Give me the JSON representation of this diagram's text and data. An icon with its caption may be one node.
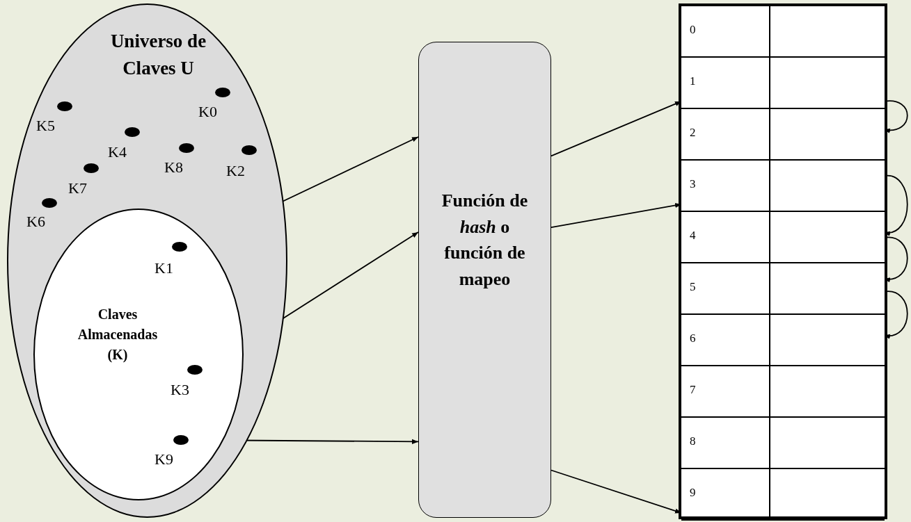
{
  "diagram": {
    "nodes": [
      {
        "text": [
          "Universo de Claves U"
        ]
      },
      {
        "text": [],
        "shape": "circle",
        "beside": [
          "K0"
        ],
        "in": 0
      },
      {
        "text": [],
        "shape": "circle",
        "beside": [
          "K5"
        ],
        "in": 0
      },
      {
        "text": [],
        "shape": "circle",
        "beside": [
          "K4"
        ],
        "in": 0
      },
      {
        "text": [],
        "shape": "circle",
        "beside": [
          "K8"
        ],
        "in": 0
      },
      {
        "text": [],
        "shape": "circle",
        "beside": [
          "K2"
        ],
        "in": 0
      },
      {
        "text": [],
        "shape": "circle",
        "beside": [
          "K7"
        ],
        "in": 0
      },
      {
        "text": [],
        "shape": "circle",
        "beside": [
          "K6"
        ],
        "in": 0
      },
      {
        "text": [
          "Claves Almacenadas (K)"
        ],
        "in": 0
      },
      {
        "text": [],
        "shape": "circle",
        "beside": [
          "K1"
        ],
        "in": 8
      },
      {
        "text": [],
        "shape": "circle",
        "beside": [
          "K3"
        ],
        "in": 8
      },
      {
        "text": [],
        "shape": "circle",
        "beside": [
          "K9"
        ],
        "in": 8
      },
      {
        "text": [
          "Función de *hash* o función de mapeo"
        ]
      },
      {
        "text": [],
        "shape": "box"
      },
      {
        "text": [
          "0"
        ],
        "in": 13
      },
      {
        "text": [
          "1"
        ],
        "in": 13
      },
      {
        "text": [
          "2"
        ],
        "in": 13
      },
      {
        "text": [
          "3"
        ],
        "in": 13
      },
      {
        "text": [
          "4"
        ],
        "in": 13
      },
      {
        "text": [
          "5"
        ],
        "in": 13
      },
      {
        "text": [
          "6"
        ],
        "in": 13
      },
      {
        "text": [
          "7"
        ],
        "in": 13
      },
      {
        "text": [
          "8"
        ],
        "in": 13
      },
      {
        "text": [
          "9"
        ],
        "in": 13
      }
    ],
    "edges": [
      {
        "from": 9,
        "to": 12,
        "arrow": "to"
      },
      {
        "from": 10,
        "to": 12,
        "arrow": "to"
      },
      {
        "from": 11,
        "to": 12,
        "arrow": "to"
      },
      {
        "from": 12,
        "to": 15,
        "arrow": "to"
      },
      {
        "from": 12,
        "to": 17,
        "arrow": "to"
      },
      {
        "from": 12,
        "to": 23,
        "arrow": "to"
      },
      {
        "from": 15,
        "to": 16,
        "arrow": "to"
      },
      {
        "from": 17,
        "to": 18,
        "arrow": "to"
      },
      {
        "from": 18,
        "to": 19,
        "arrow": "to"
      },
      {
        "from": 19,
        "to": 20,
        "arrow": "to"
      }
    ]
  }
}
